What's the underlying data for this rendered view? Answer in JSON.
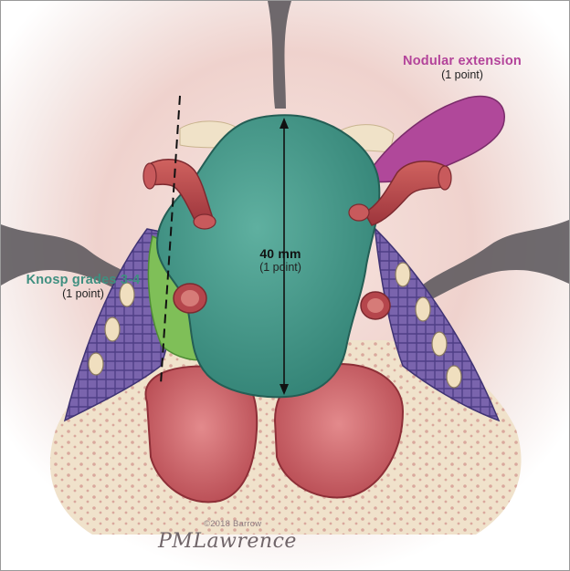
{
  "labels": {
    "nodular": {
      "title": "Nodular extension",
      "points": "(1 point)"
    },
    "knosp": {
      "title": "Knosp grades 3-4",
      "points": "(1 point)"
    },
    "size": {
      "title": "40 mm",
      "points": "(1 point)"
    }
  },
  "credits": {
    "copyright": "©2018 Barrow",
    "signature": "PMLawrence"
  },
  "colors": {
    "tumor": "#3f9a8a",
    "knosp_region": "#7fbf58",
    "nodular_extension": "#b0489a",
    "carotid": "#b8454a",
    "sphenoid_sinus": "#c9666b",
    "cavernous_sinus": "#6e5aa0",
    "bone": "#eee0c8",
    "dura": "#f1d3cc"
  },
  "icons": {
    "dimension_marker": "double-arrow",
    "midline_marker": "dashed-line"
  }
}
